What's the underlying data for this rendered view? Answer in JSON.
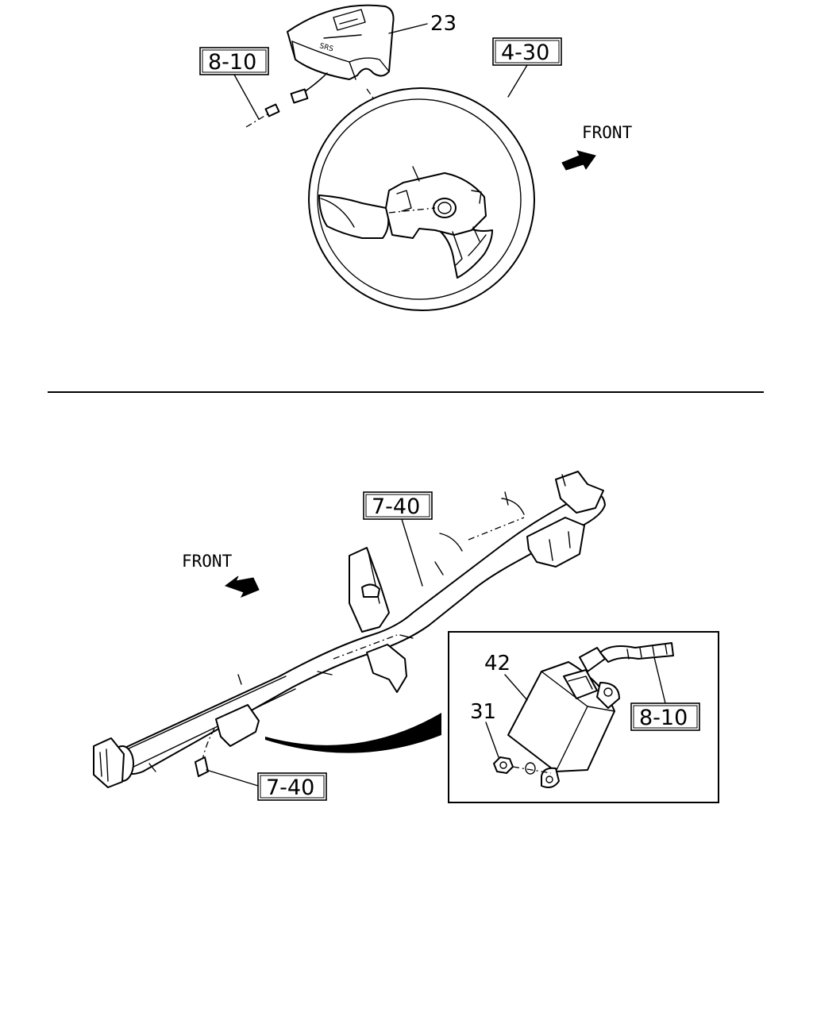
{
  "upper_view": {
    "direction_label": "FRONT",
    "callouts": {
      "airbag_module": "23"
    },
    "references": {
      "harness": "8-10",
      "steering_wheel": "4-30"
    }
  },
  "lower_view": {
    "direction_label": "FRONT",
    "callouts": {
      "sensor_unit": "42",
      "nut": "31"
    },
    "references": {
      "crossmember": "7-40",
      "bracket": "7-40",
      "harness": "8-10"
    }
  }
}
